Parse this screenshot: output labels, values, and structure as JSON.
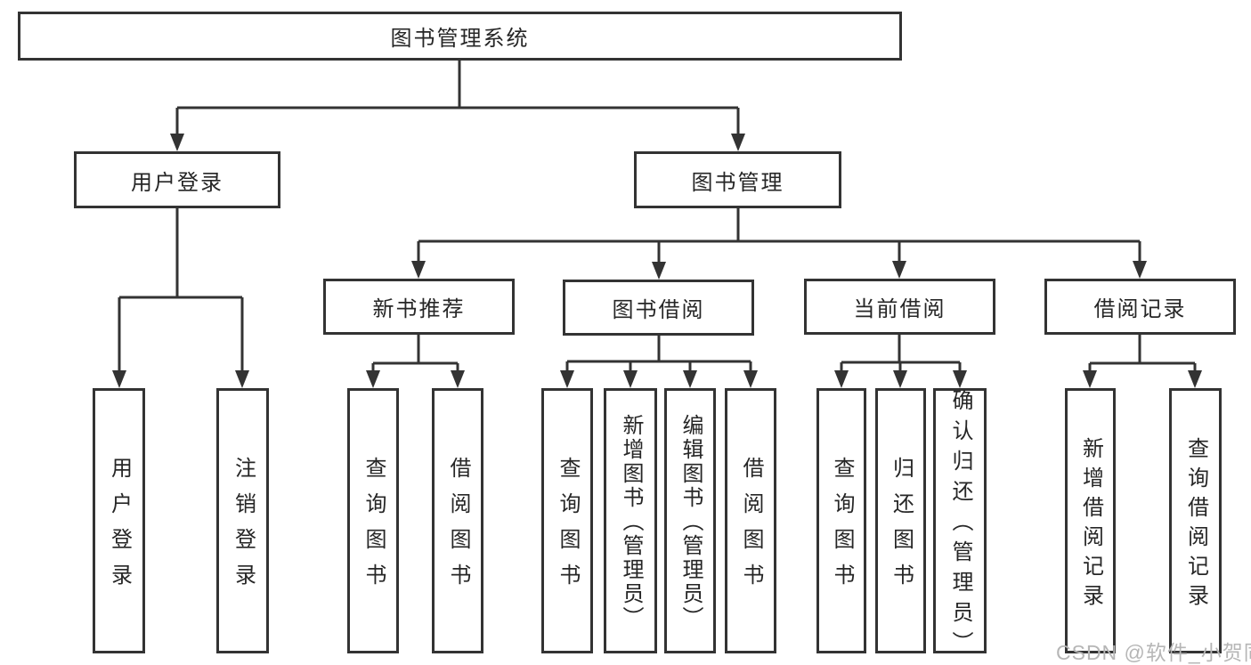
{
  "diagram_type": "hierarchy-tree",
  "tree": {
    "label": "图书管理系统",
    "children": [
      {
        "label": "用户登录",
        "children": [
          {
            "label": "用户登录"
          },
          {
            "label": "注销登录"
          }
        ]
      },
      {
        "label": "图书管理",
        "children": [
          {
            "label": "新书推荐",
            "children": [
              {
                "label": "查询图书"
              },
              {
                "label": "借阅图书"
              }
            ]
          },
          {
            "label": "图书借阅",
            "children": [
              {
                "label": "查询图书"
              },
              {
                "label": "新增图书（管理员）"
              },
              {
                "label": "编辑图书（管理员）"
              },
              {
                "label": "借阅图书"
              }
            ]
          },
          {
            "label": "当前借阅",
            "children": [
              {
                "label": "查询图书"
              },
              {
                "label": "归还图书"
              },
              {
                "label": "确认归还（管理员）"
              }
            ]
          },
          {
            "label": "借阅记录",
            "children": [
              {
                "label": "新增借阅记录"
              },
              {
                "label": "查询借阅记录"
              }
            ]
          }
        ]
      }
    ]
  },
  "watermark": {
    "text": "CSDN @软件_小贺同学"
  },
  "colors": {
    "line": "#333333",
    "box_border": "#333333",
    "text": "#262626",
    "watermark": "#b6b6b6",
    "background": "#ffffff"
  }
}
